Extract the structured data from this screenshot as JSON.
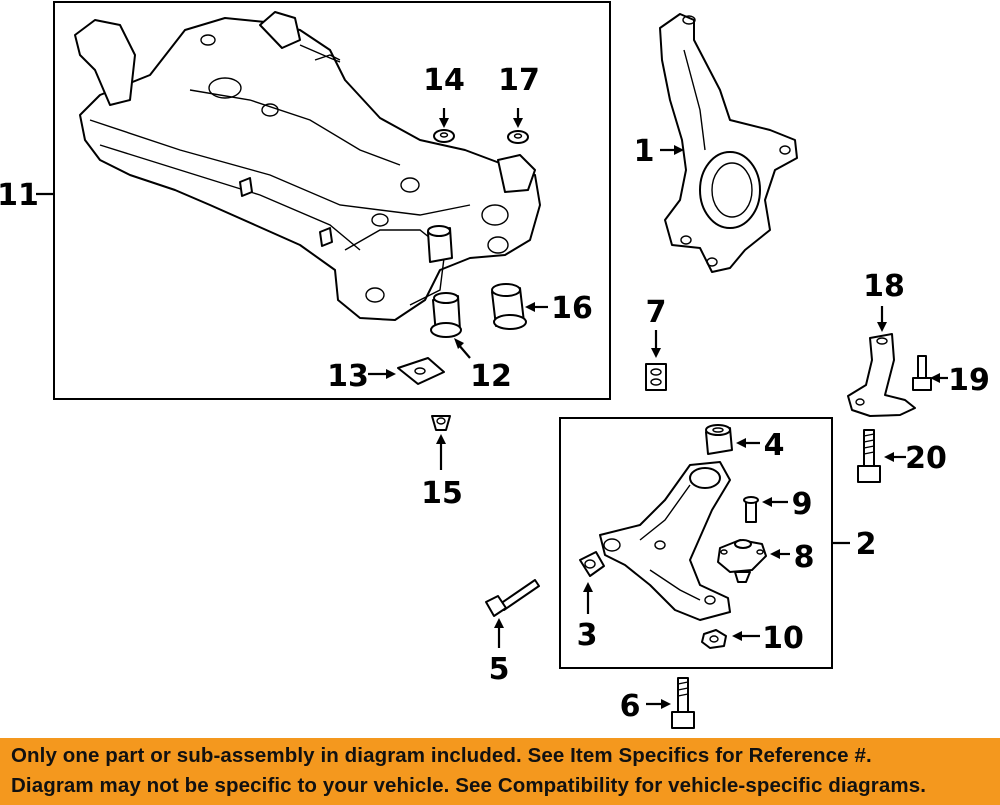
{
  "callouts": {
    "c1": "1",
    "c2": "2",
    "c3": "3",
    "c4": "4",
    "c5": "5",
    "c6": "6",
    "c7": "7",
    "c8": "8",
    "c9": "9",
    "c10": "10",
    "c11": "11",
    "c12": "12",
    "c13": "13",
    "c14": "14",
    "c15": "15",
    "c16": "16",
    "c17": "17",
    "c18": "18",
    "c19": "19",
    "c20": "20"
  },
  "banner": {
    "line1": "Only one part or sub-assembly in diagram included. See Item Specifics for Reference #.",
    "line2": "Diagram may not be specific to your vehicle. See Compatibility for vehicle-specific diagrams."
  },
  "colors": {
    "banner_bg": "#F4981E",
    "ink": "#000000"
  }
}
